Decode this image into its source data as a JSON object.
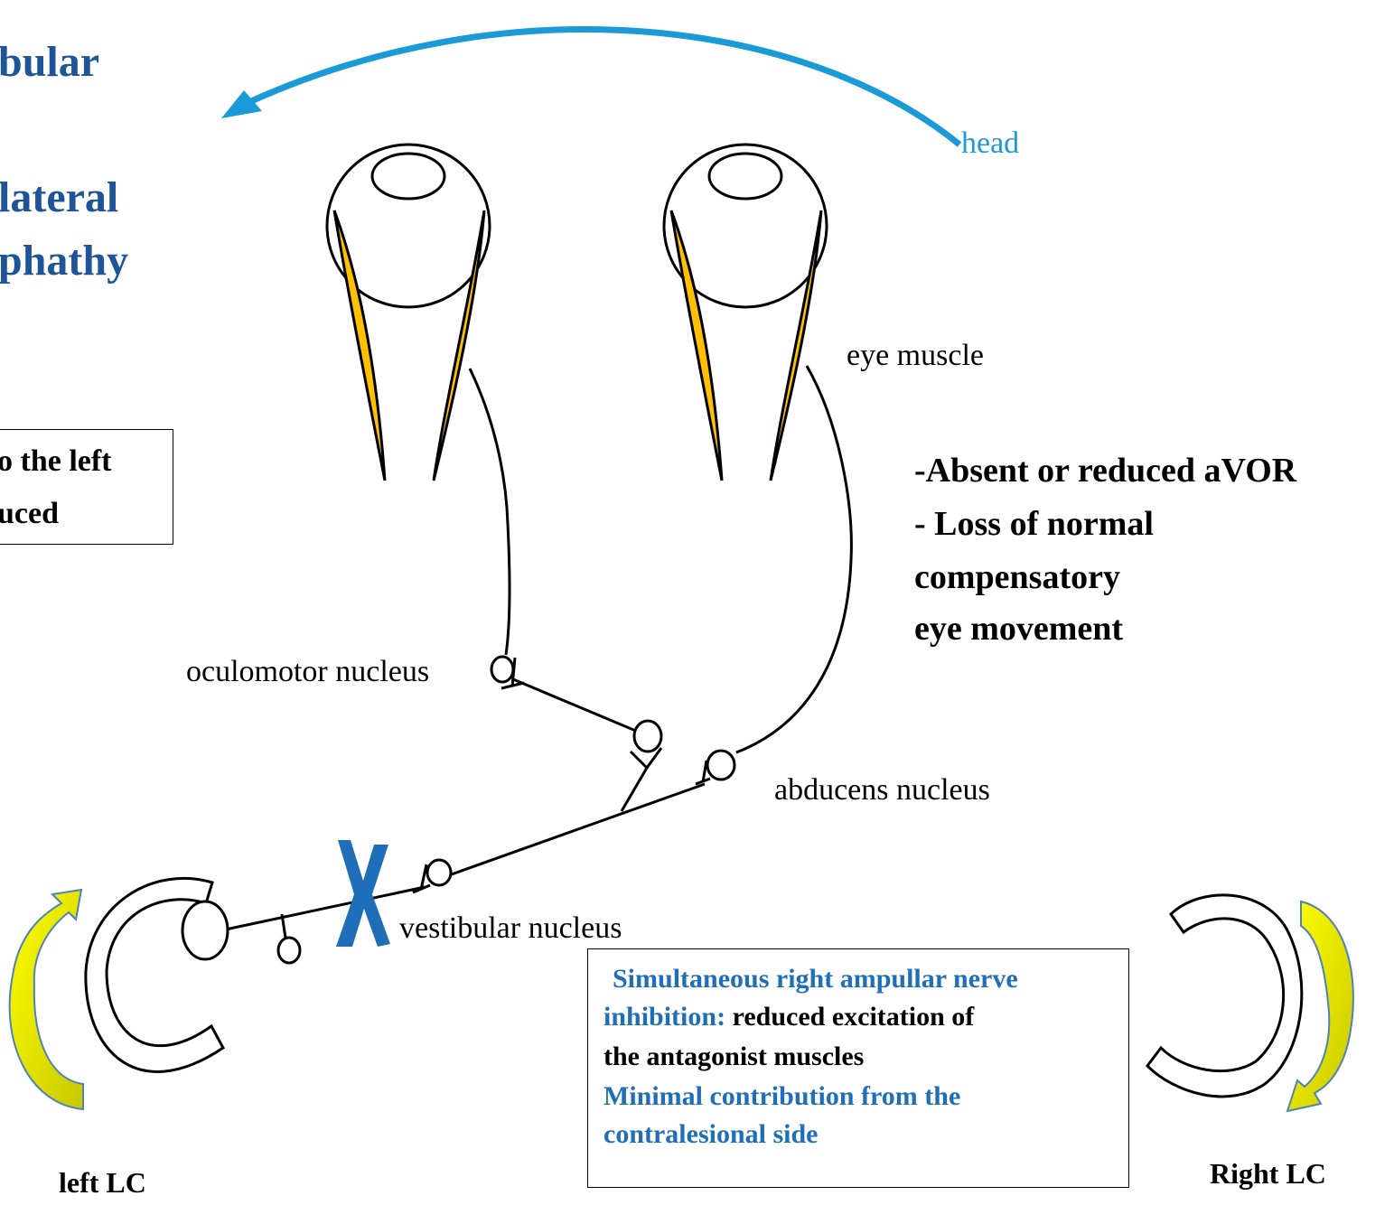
{
  "title": {
    "line1": "bular",
    "line2": "lateral",
    "line3": "phathy"
  },
  "left_box": {
    "line1": "o the left",
    "line2": "uced"
  },
  "labels": {
    "head": "head",
    "eye_muscle": "eye muscle",
    "oculomotor_nucleus": "oculomotor nucleus",
    "abducens_nucleus": "abducens nucleus",
    "vestibular_nucleus": "vestibular nucleus",
    "left_lc": "left LC",
    "right_lc": "Right LC"
  },
  "findings": {
    "line1": "-Absent or reduced aVOR",
    "line2": "- Loss of normal",
    "line3": "compensatory",
    "line4": "eye movement"
  },
  "bottom_box": {
    "line1": "Simultaneous right ampullar nerve",
    "line2_blue": "inhibition:",
    "line2_black": " reduced excitation of",
    "line3": "the antagonist muscles",
    "line4": "Minimal contribution from the",
    "line5": "contralesional side"
  },
  "colors": {
    "title": "#1F5596",
    "head_arrow": "#1A9BD7",
    "muscle": "#FFC000",
    "lesion_x": "#1F6FB8",
    "rotation_arrow": "#FFFF00"
  }
}
